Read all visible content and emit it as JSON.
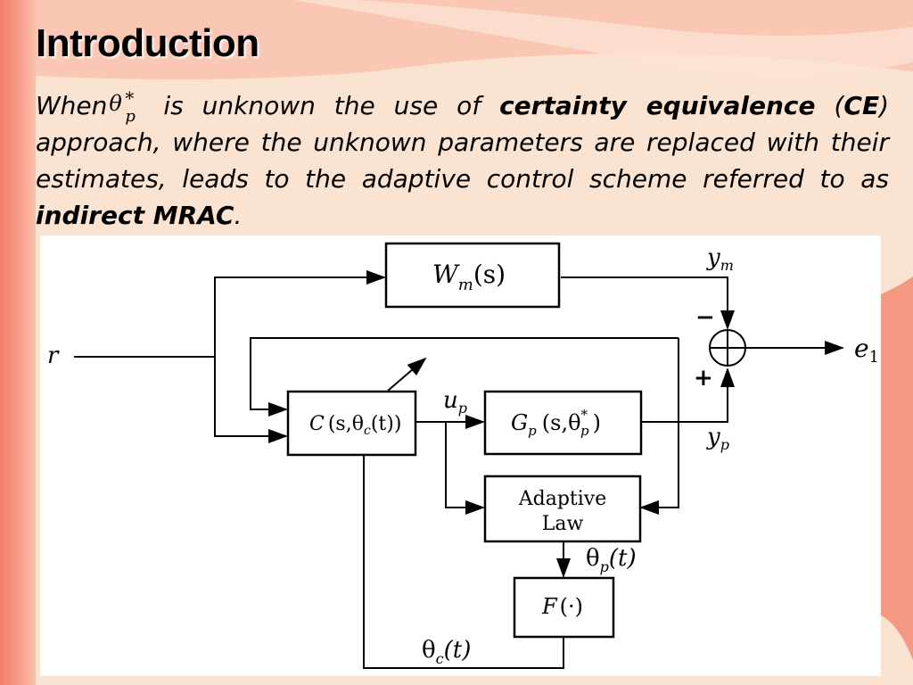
{
  "slide": {
    "title": "Introduction",
    "text": {
      "when": "When",
      "theta_symbol": "θ",
      "theta_super": "*",
      "theta_sub": "p",
      "part1": " is unknown the use of ",
      "bold1": "certainty equivalence",
      "part2": " (",
      "bold2": "CE",
      "part3": ") approach, where the unknown parameters are replaced with their estimates, leads to the adaptive control scheme referred to as ",
      "bold3": "indirect MRAC",
      "part4": "."
    }
  },
  "diagram": {
    "blocks": {
      "reference_model": "W",
      "reference_model_sub": "m",
      "reference_model_arg": "(s)",
      "controller": "C",
      "controller_args": "(s,θ",
      "controller_sub": "c",
      "controller_tail": "(t))",
      "plant": "G",
      "plant_sub": "p",
      "plant_args": "(s,θ",
      "plant_theta_super": "*",
      "plant_theta_sub": "p",
      "plant_tail": ")",
      "adaptive_law_line1": "Adaptive",
      "adaptive_law_line2": "Law",
      "mapping": "F",
      "mapping_arg": "(·)"
    },
    "signals": {
      "r": "r",
      "ym": "y",
      "ym_sub": "m",
      "yp": "y",
      "yp_sub": "p",
      "up": "u",
      "up_sub": "p",
      "e1": "e",
      "e1_sub": "1",
      "minus": "−",
      "plus": "+",
      "theta_p": "θ",
      "theta_p_sub": "p",
      "theta_p_tail": "(t)",
      "theta_c": "θ",
      "theta_c_sub": "c",
      "theta_c_tail": "(t)"
    }
  },
  "colors": {
    "background": "#fbe3d2",
    "accent_bar": "#f27f6c",
    "swoosh": "#f6a78f"
  }
}
